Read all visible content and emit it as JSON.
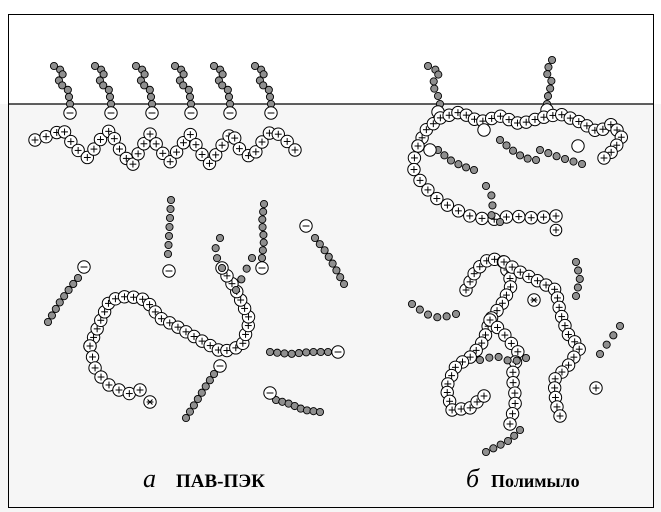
{
  "colors": {
    "water": "#f6f6f6",
    "air": "#ffffff",
    "line": "#000000",
    "bead_fill": "#8f8f8f",
    "ion_fill": "#ffffff"
  },
  "labels": {
    "a_letter": "а",
    "a_text": "ПАВ-ПЭК",
    "b_letter": "б",
    "b_text": "Полимыло"
  },
  "icons": {
    "anion": "minus-circle-icon",
    "cation": "plus-circle-icon",
    "bead": "hydrophobic-bead-icon",
    "neutral": "neutral-circle-icon"
  }
}
